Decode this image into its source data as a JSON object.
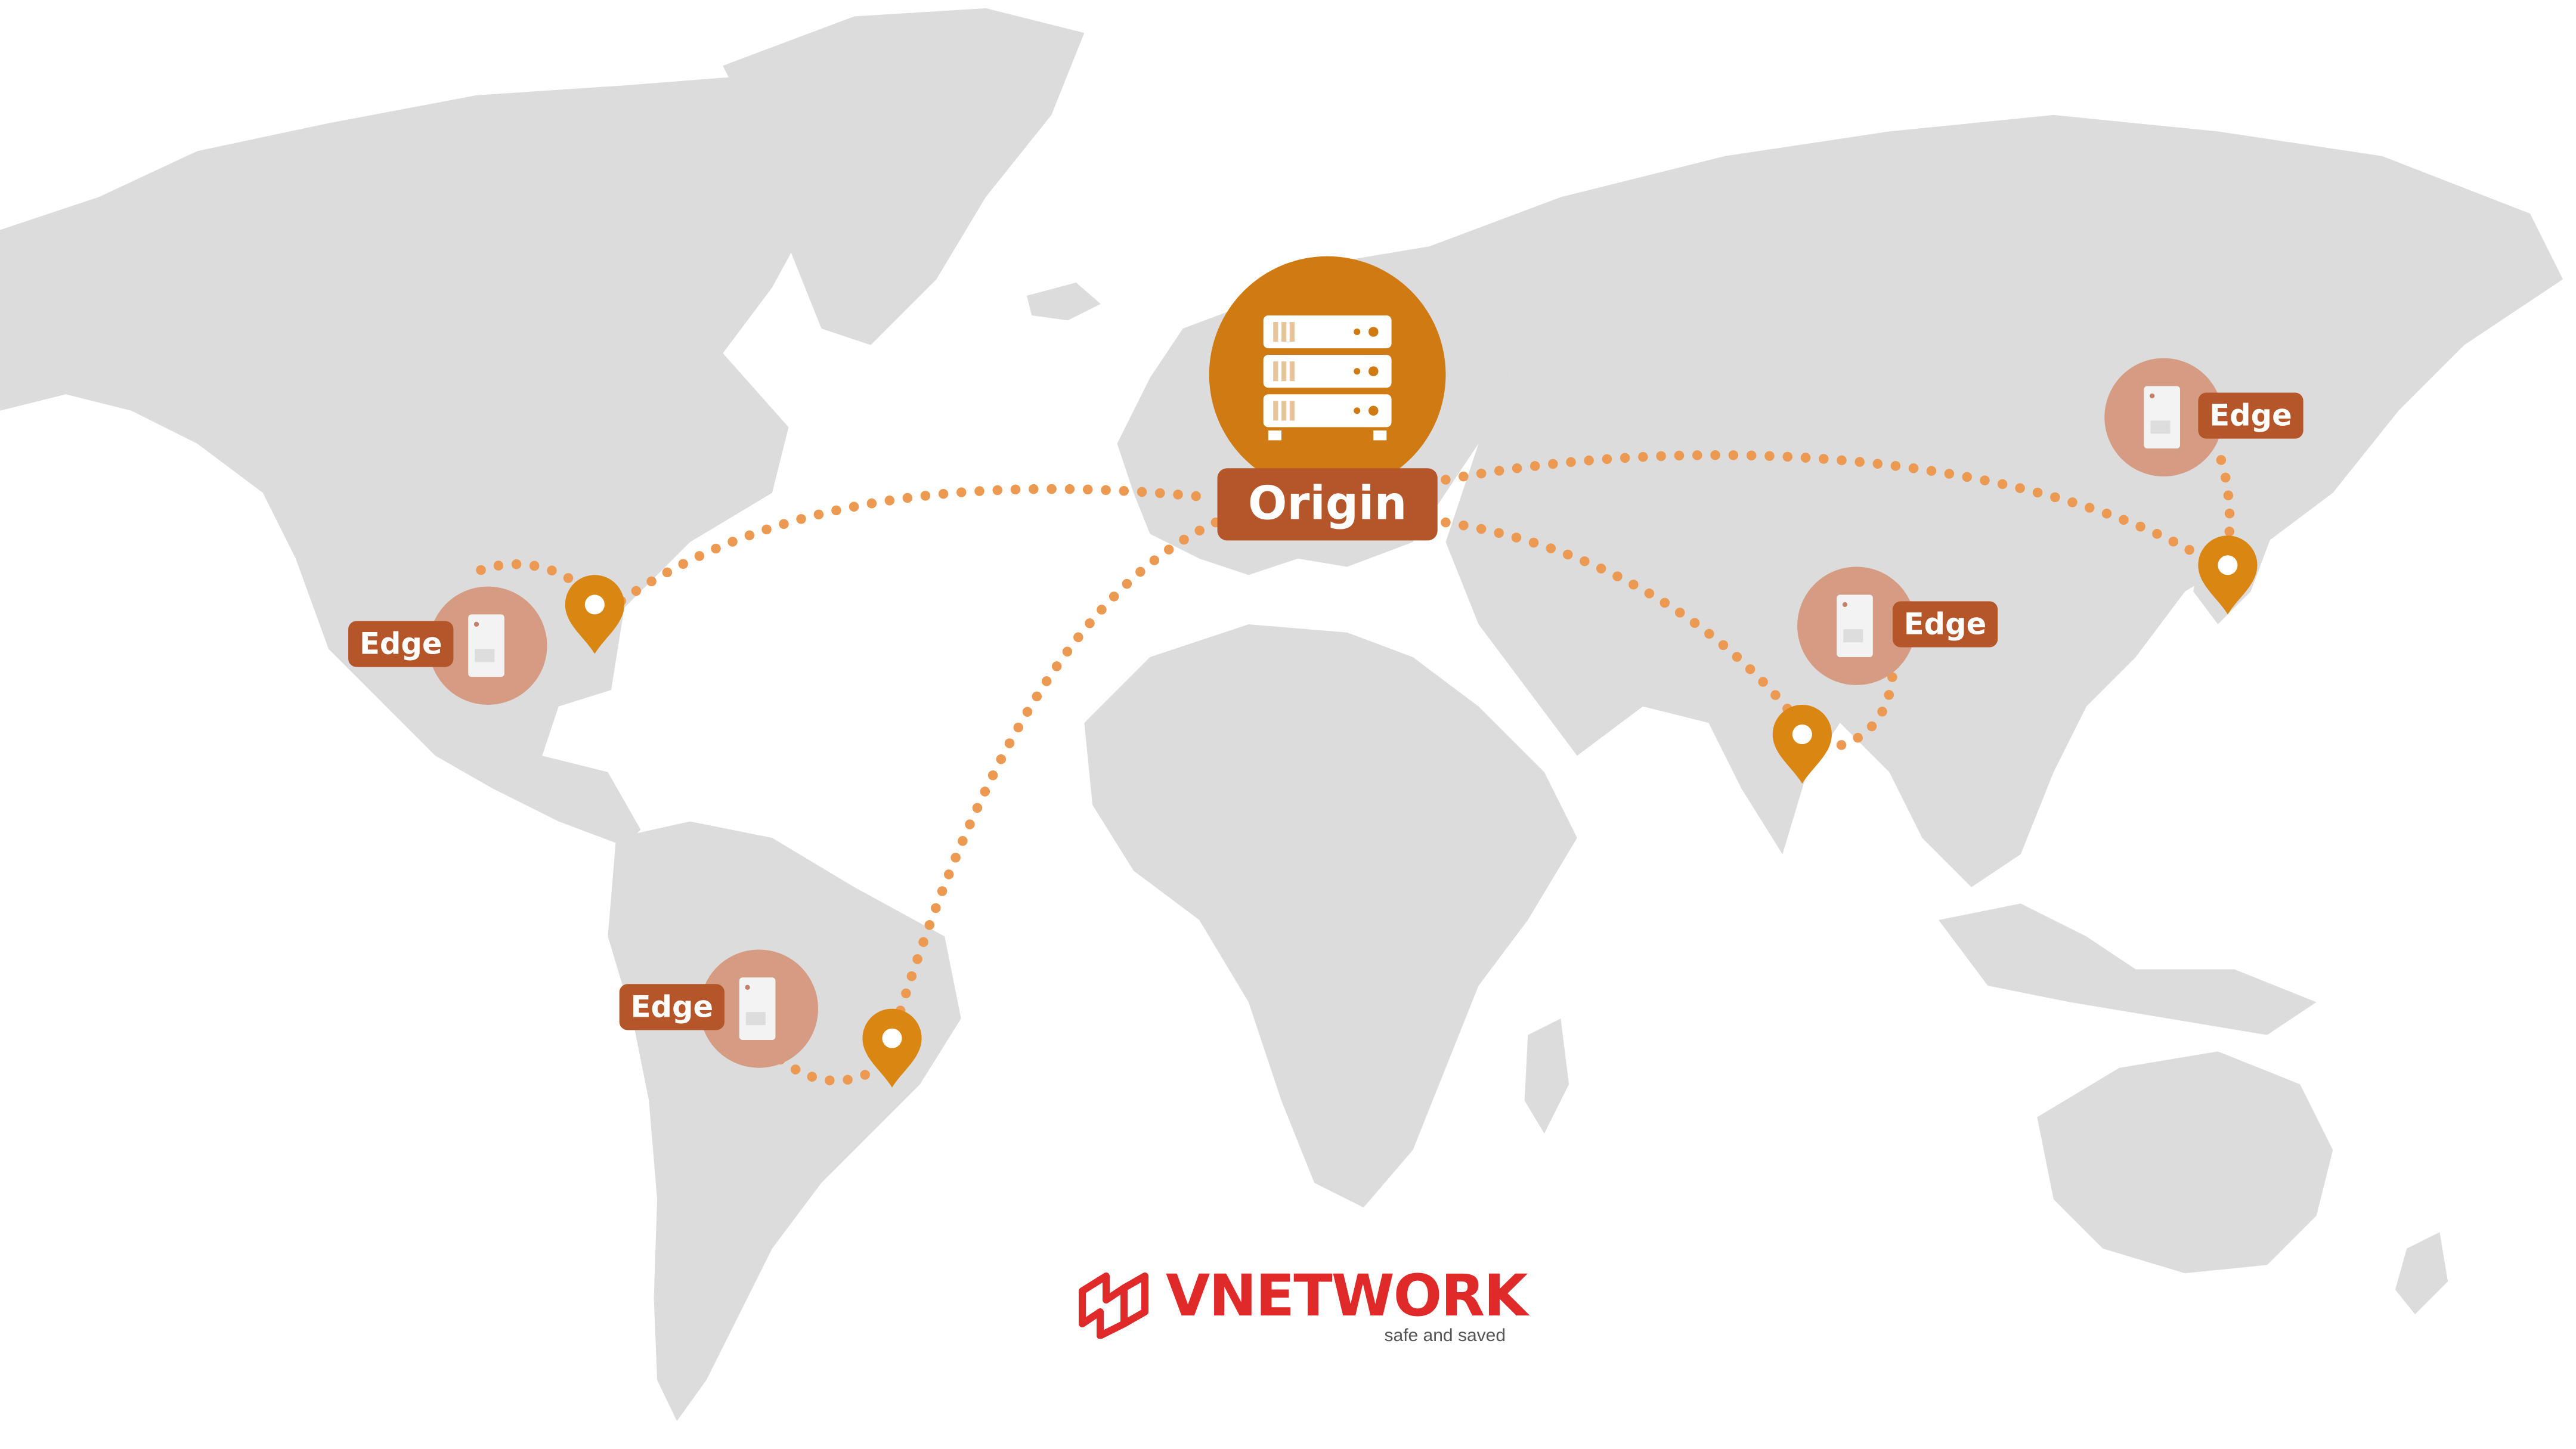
{
  "diagram": {
    "origin": {
      "label": "Origin"
    },
    "edges": [
      {
        "id": "north-america",
        "label": "Edge"
      },
      {
        "id": "south-america",
        "label": "Edge"
      },
      {
        "id": "south-asia",
        "label": "Edge"
      },
      {
        "id": "east-asia",
        "label": "Edge"
      }
    ]
  },
  "brand": {
    "name": "VNETWORK",
    "tagline": "safe and saved"
  },
  "colors": {
    "map": "#dcdcdc",
    "origin_circle": "#cf7a12",
    "label_bg": "#b5552a",
    "edge_circle": "#d69c83",
    "route": "#ec9a52",
    "pin": "#d98612",
    "brand": "#e02a2a"
  }
}
